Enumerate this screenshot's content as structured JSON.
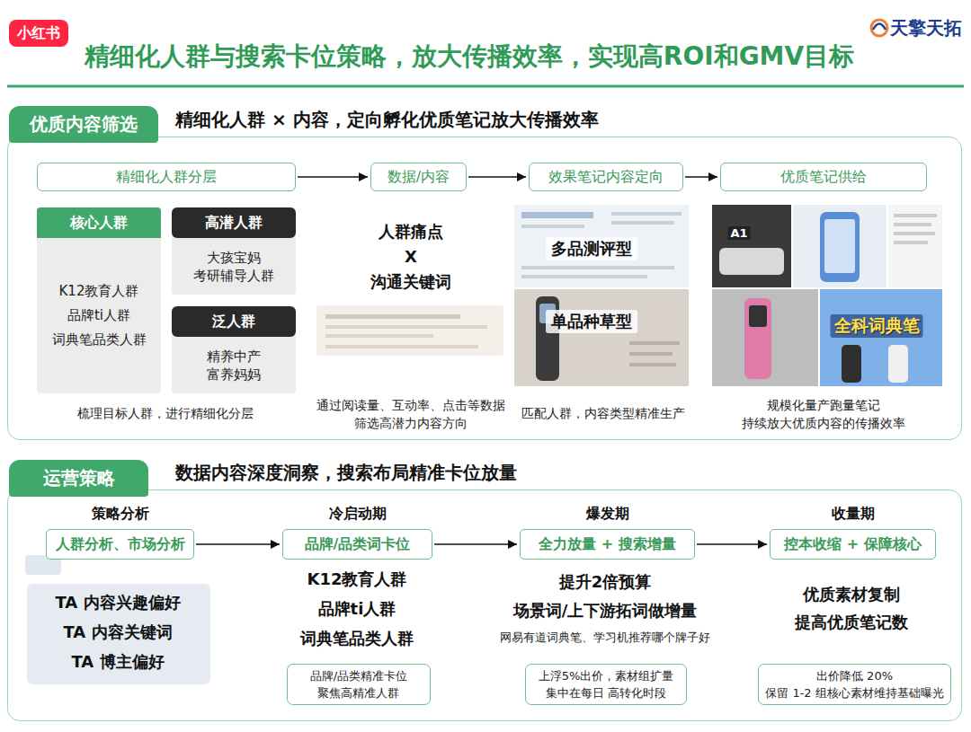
{
  "diagram": {
    "title": "精细化人群与搜索卡位策略，放大传播效率，实现高ROI和GMV目标",
    "nodes": [
      {
        "text": [
          "小红书"
        ]
      },
      {
        "text": [
          "优质内容筛选"
        ]
      },
      {
        "text": [
          "精细化人群 × 内容，定向孵化优质笔记放大传播效率"
        ]
      },
      {
        "text": [
          "精细化人群分层"
        ],
        "in": 2
      },
      {
        "text": [
          "数据/内容"
        ],
        "in": 2
      },
      {
        "text": [
          "效果笔记内容定向"
        ],
        "in": 2
      },
      {
        "text": [
          "优质笔记供给"
        ],
        "in": 2
      },
      {
        "text": [
          "核心人群",
          "K12教育人群 品牌ti人群 词典笔品类人群"
        ],
        "in": 2
      },
      {
        "text": [
          "高潜人群",
          "大孩宝妈 考研辅导人群"
        ],
        "in": 2
      },
      {
        "text": [
          "泛人群",
          "精养中产 富养妈妈"
        ],
        "in": 2
      },
      {
        "text": [
          "运营策略"
        ]
      },
      {
        "text": [
          "数据内容深度洞察，搜索布局精准卡位放量"
        ]
      },
      {
        "text": [
          "策略分析",
          "人群分析、市场分析"
        ],
        "in": 11
      },
      {
        "text": [
          "冷启动期",
          "品牌/品类词卡位"
        ],
        "in": 11
      },
      {
        "text": [
          "爆发期",
          "全力放量 + 搜索增量"
        ],
        "in": 11
      },
      {
        "text": [
          "收量期",
          "控本收缩 + 保障核心"
        ],
        "in": 11
      },
      {
        "text": [
          "品牌/品类精准卡位 聚焦高精准人群"
        ],
        "in": 11
      },
      {
        "text": [
          "上浮5%出价，素材组扩量 集中在每日 高转化时段"
        ],
        "in": 11
      },
      {
        "text": [
          "出价降低 20% 保留 1-2 组核心素材维持基础曝光"
        ],
        "in": 11
      }
    ],
    "edges": [
      {
        "from": 3,
        "to": 4,
        "arrow": "to"
      },
      {
        "from": 4,
        "to": 5,
        "arrow": "to"
      },
      {
        "from": 5,
        "to": 6,
        "arrow": "to"
      },
      {
        "from": 12,
        "to": 13,
        "arrow": "to"
      },
      {
        "from": 13,
        "to": 14,
        "arrow": "to"
      },
      {
        "from": 14,
        "to": 15,
        "arrow": "to"
      }
    ],
    "labels": [
      "天擎天拓",
      "人群痛点",
      "X",
      "沟通关键词",
      "多品测评型",
      "单品种草型",
      "A1",
      "全科词典笔",
      "梳理目标人群，进行精细化分层",
      "通过阅读量、互动率、点击等数据 筛选高潜力内容方向",
      "匹配人群，内容类型精准生产",
      "规模化量产跑量笔记 持续放大优质内容的传播效率",
      "TA 内容兴趣偏好",
      "TA 内容关键词",
      "TA 博主偏好",
      "K12教育人群",
      "品牌ti人群",
      "词典笔品类人群",
      "提升2倍预算",
      "场景词/上下游拓词做增量",
      "网易有道词典笔、学习机推荐哪个牌子好",
      "优质素材复制",
      "提高优质笔记数"
    ]
  }
}
